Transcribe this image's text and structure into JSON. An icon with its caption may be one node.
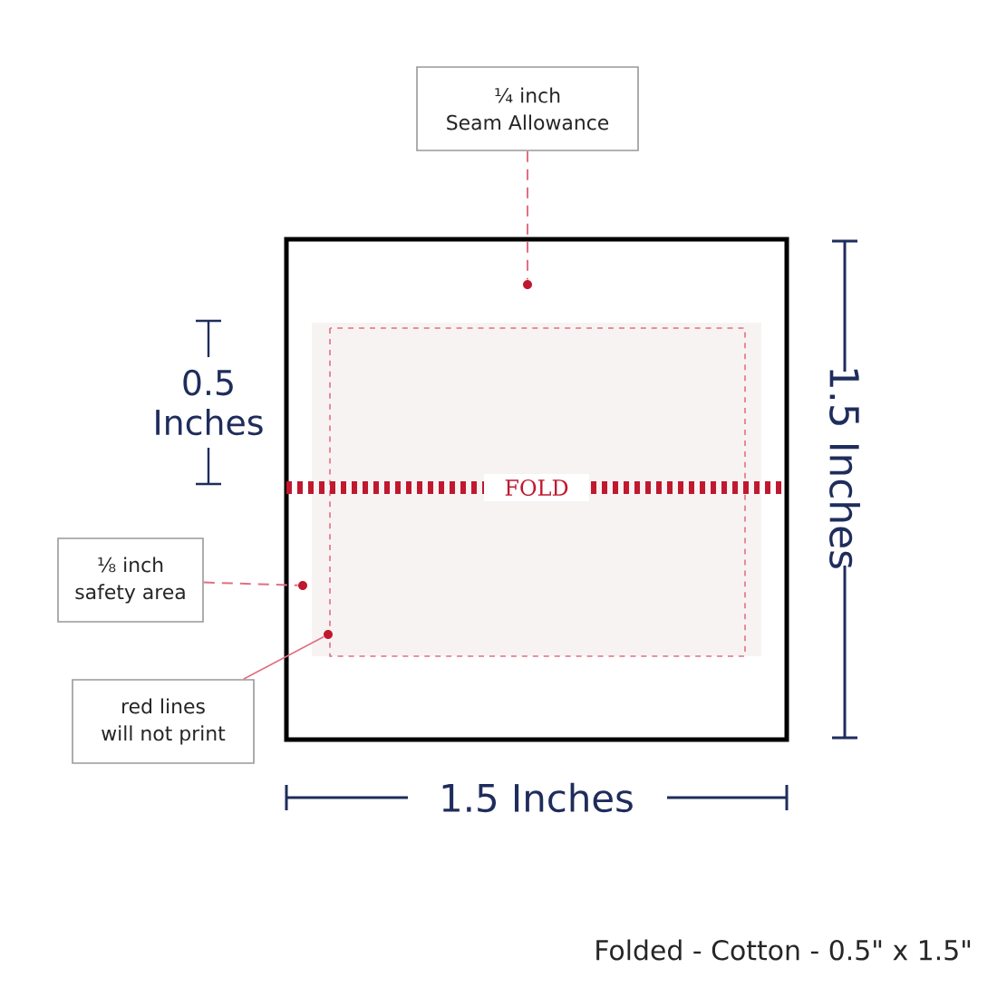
{
  "diagram": {
    "caption": "Folded - Cotton - 0.5\" x 1.5\"",
    "nodes": [
      {
        "text": [
          "¼ inch",
          "Seam Allowance"
        ]
      },
      {
        "text": [],
        "shape": "circle"
      },
      {
        "text": [
          "⅛ inch",
          "safety area"
        ]
      },
      {
        "text": [],
        "shape": "circle"
      },
      {
        "text": [
          "red lines",
          "will not print"
        ]
      },
      {
        "text": [],
        "shape": "circle"
      }
    ],
    "edges": [
      {
        "from": 0,
        "to": 1,
        "arrow": "none",
        "style": "dashed"
      },
      {
        "from": 2,
        "to": 3,
        "arrow": "none",
        "style": "dashed"
      },
      {
        "from": 4,
        "to": 5,
        "arrow": "none"
      }
    ],
    "labels": [
      "0.5 Inches",
      "FOLD",
      "1.5 Inches",
      "1.5 Inches"
    ]
  }
}
